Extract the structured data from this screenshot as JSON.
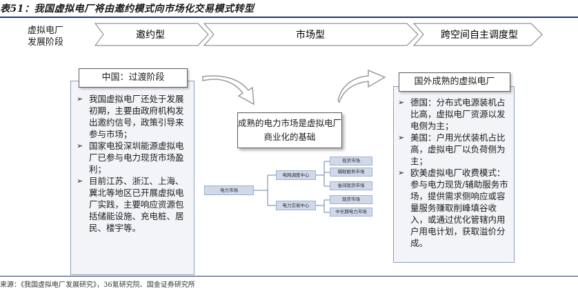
{
  "title": "表51：我国虚拟电厂将由邀约模式向市场化交易模式转型",
  "stage_label": "虚拟电厂\n发展阶段",
  "stages": [
    "邀约型",
    "市场型",
    "跨空间自主调度型"
  ],
  "left_panel": {
    "header": "中国：过渡阶段",
    "bullets": [
      "我国虚拟电厂还处于发展初期，主要由政府机构发出邀约信号，政策引导来参与市场；",
      "国家电投深圳能源虚拟电厂已参与电力现货市场盈利；",
      "目前江苏、浙江、上海、冀北等地区已开展虚拟电厂实践，主要响应资源包括储能设施、充电桩、居民、楼宇等。"
    ]
  },
  "center": {
    "text": "成熟的电力市场是虚拟电厂商业化的基础",
    "tree": {
      "root": "电力市场",
      "branches": [
        {
          "label": "电网调度中心",
          "children": [
            "现货市场",
            "辅助服务市场",
            "省间现货市场"
          ]
        },
        {
          "label": "电力交易中心",
          "children": [
            "现货市场",
            "中长期电力市场"
          ]
        }
      ]
    }
  },
  "right_panel": {
    "header": "国外成熟的虚拟电厂",
    "bullets": [
      "德国：分布式电源装机占比高，虚拟电厂资源以发电侧为主；",
      "美国：户用光伏装机占比高，虚拟电厂以负荷侧为主；",
      "欧美虚拟电厂收费模式：参与电力现货/辅助服务市场，提供需求侧响应或容量服务赚取削峰填谷收入，或通过优化管辖内用户用电计划，获取溢价分成。"
    ]
  },
  "source": "来源：《我国虚拟电厂发展研究》，36氪研究院、国金证券研究所",
  "colors": {
    "accent": "#1f3864",
    "panel_bg": "#f2f4f8",
    "node_bg": "#cfd9ea"
  }
}
